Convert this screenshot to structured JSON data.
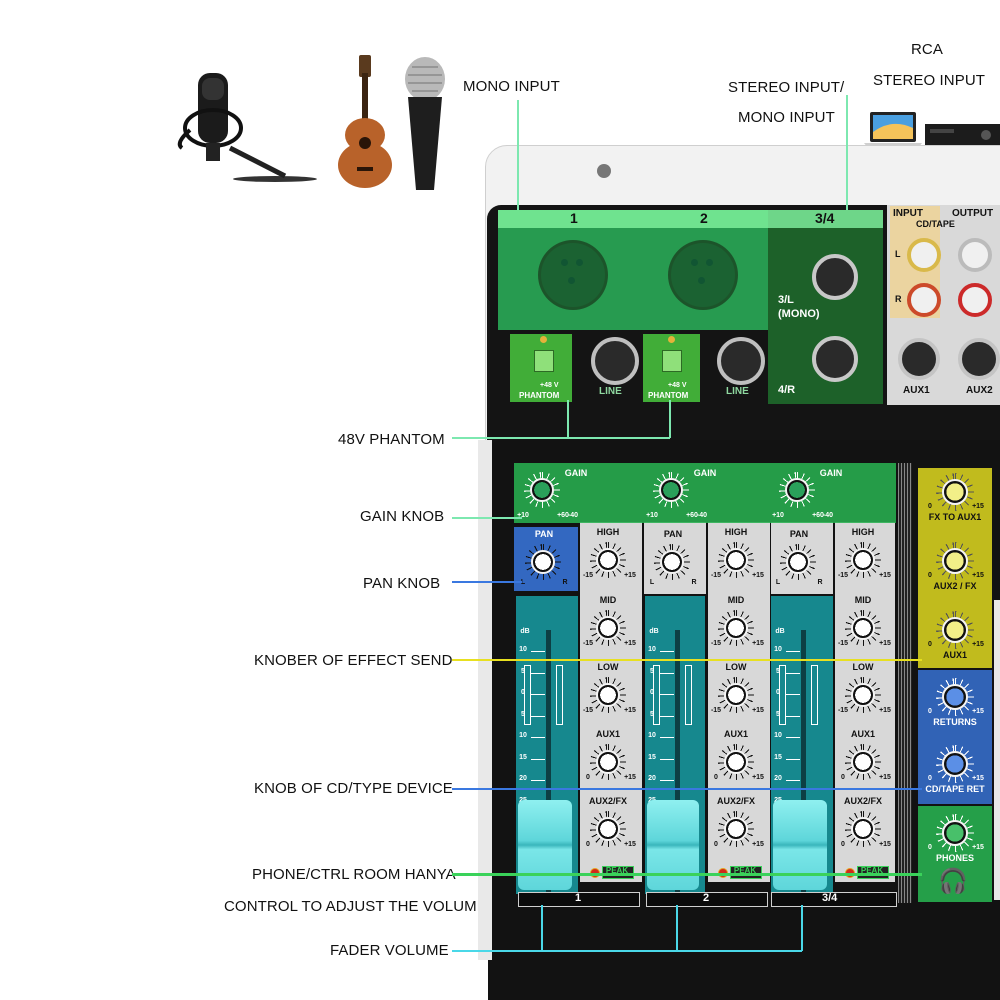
{
  "callouts": {
    "mono_input": "MONO INPUT",
    "stereo_input_line1": "STEREO INPUT/",
    "stereo_input_line2": "MONO INPUT",
    "rca_line1": "RCA",
    "rca_line2": "STEREO INPUT",
    "phantom": "48V PHANTOM",
    "gain_knob": "GAIN KNOB",
    "pan_knob": "PAN KNOB",
    "effect_send": "KNOBER OF EFFECT SEND",
    "cd_device": "KNOB OF CD/TYPE DEVICE",
    "phone_line1": "PHONE/CTRL ROOM HANYA",
    "phone_line2": "CONTROL TO ADJUST THE VOLUME",
    "fader_volume": "FADER VOLUME"
  },
  "panel": {
    "ch1": "1",
    "ch2": "2",
    "ch34": "3/4",
    "phantom_small": "+48 V",
    "phantom_label": "PHANTOM",
    "line": "LINE",
    "in3": "3/L",
    "mono": "(MONO)",
    "in4": "4/R",
    "input": "INPUT",
    "output": "OUTPUT",
    "cd_tape": "CD/TAPE",
    "l": "L",
    "r": "R",
    "aux1_jack": "AUX1",
    "aux2_jack": "AUX2",
    "gain": "GAIN",
    "pan": "PAN",
    "high": "HIGH",
    "mid": "MID",
    "low": "LOW",
    "aux1": "AUX1",
    "aux2fx": "AUX2/FX",
    "peak": "PEAK",
    "db": "dB",
    "minus15": "-15",
    "plus15": "+15",
    "zero": "0",
    "plus10": "+10",
    "plus60": "+60",
    "minus40": "-40",
    "fx_to_aux1": "FX TO AUX1",
    "aux2_fx": "AUX2 / FX",
    "aux1_master": "AUX1",
    "returns": "RETURNS",
    "cd_tape_ret": "CD/TAPE RET",
    "phones": "PHONES",
    "strip1": "1",
    "strip2": "2",
    "strip34": "3/4",
    "fader_scale": [
      "10",
      "5",
      "0",
      "5",
      "10",
      "15",
      "20",
      "25"
    ]
  },
  "colors": {
    "green_hl": "#2fd46a",
    "blue_hl": "#3a78e0",
    "teal_hl": "#18b0b8",
    "yellow_hl": "#e8e020",
    "cyan_line": "#4ad8e8"
  }
}
